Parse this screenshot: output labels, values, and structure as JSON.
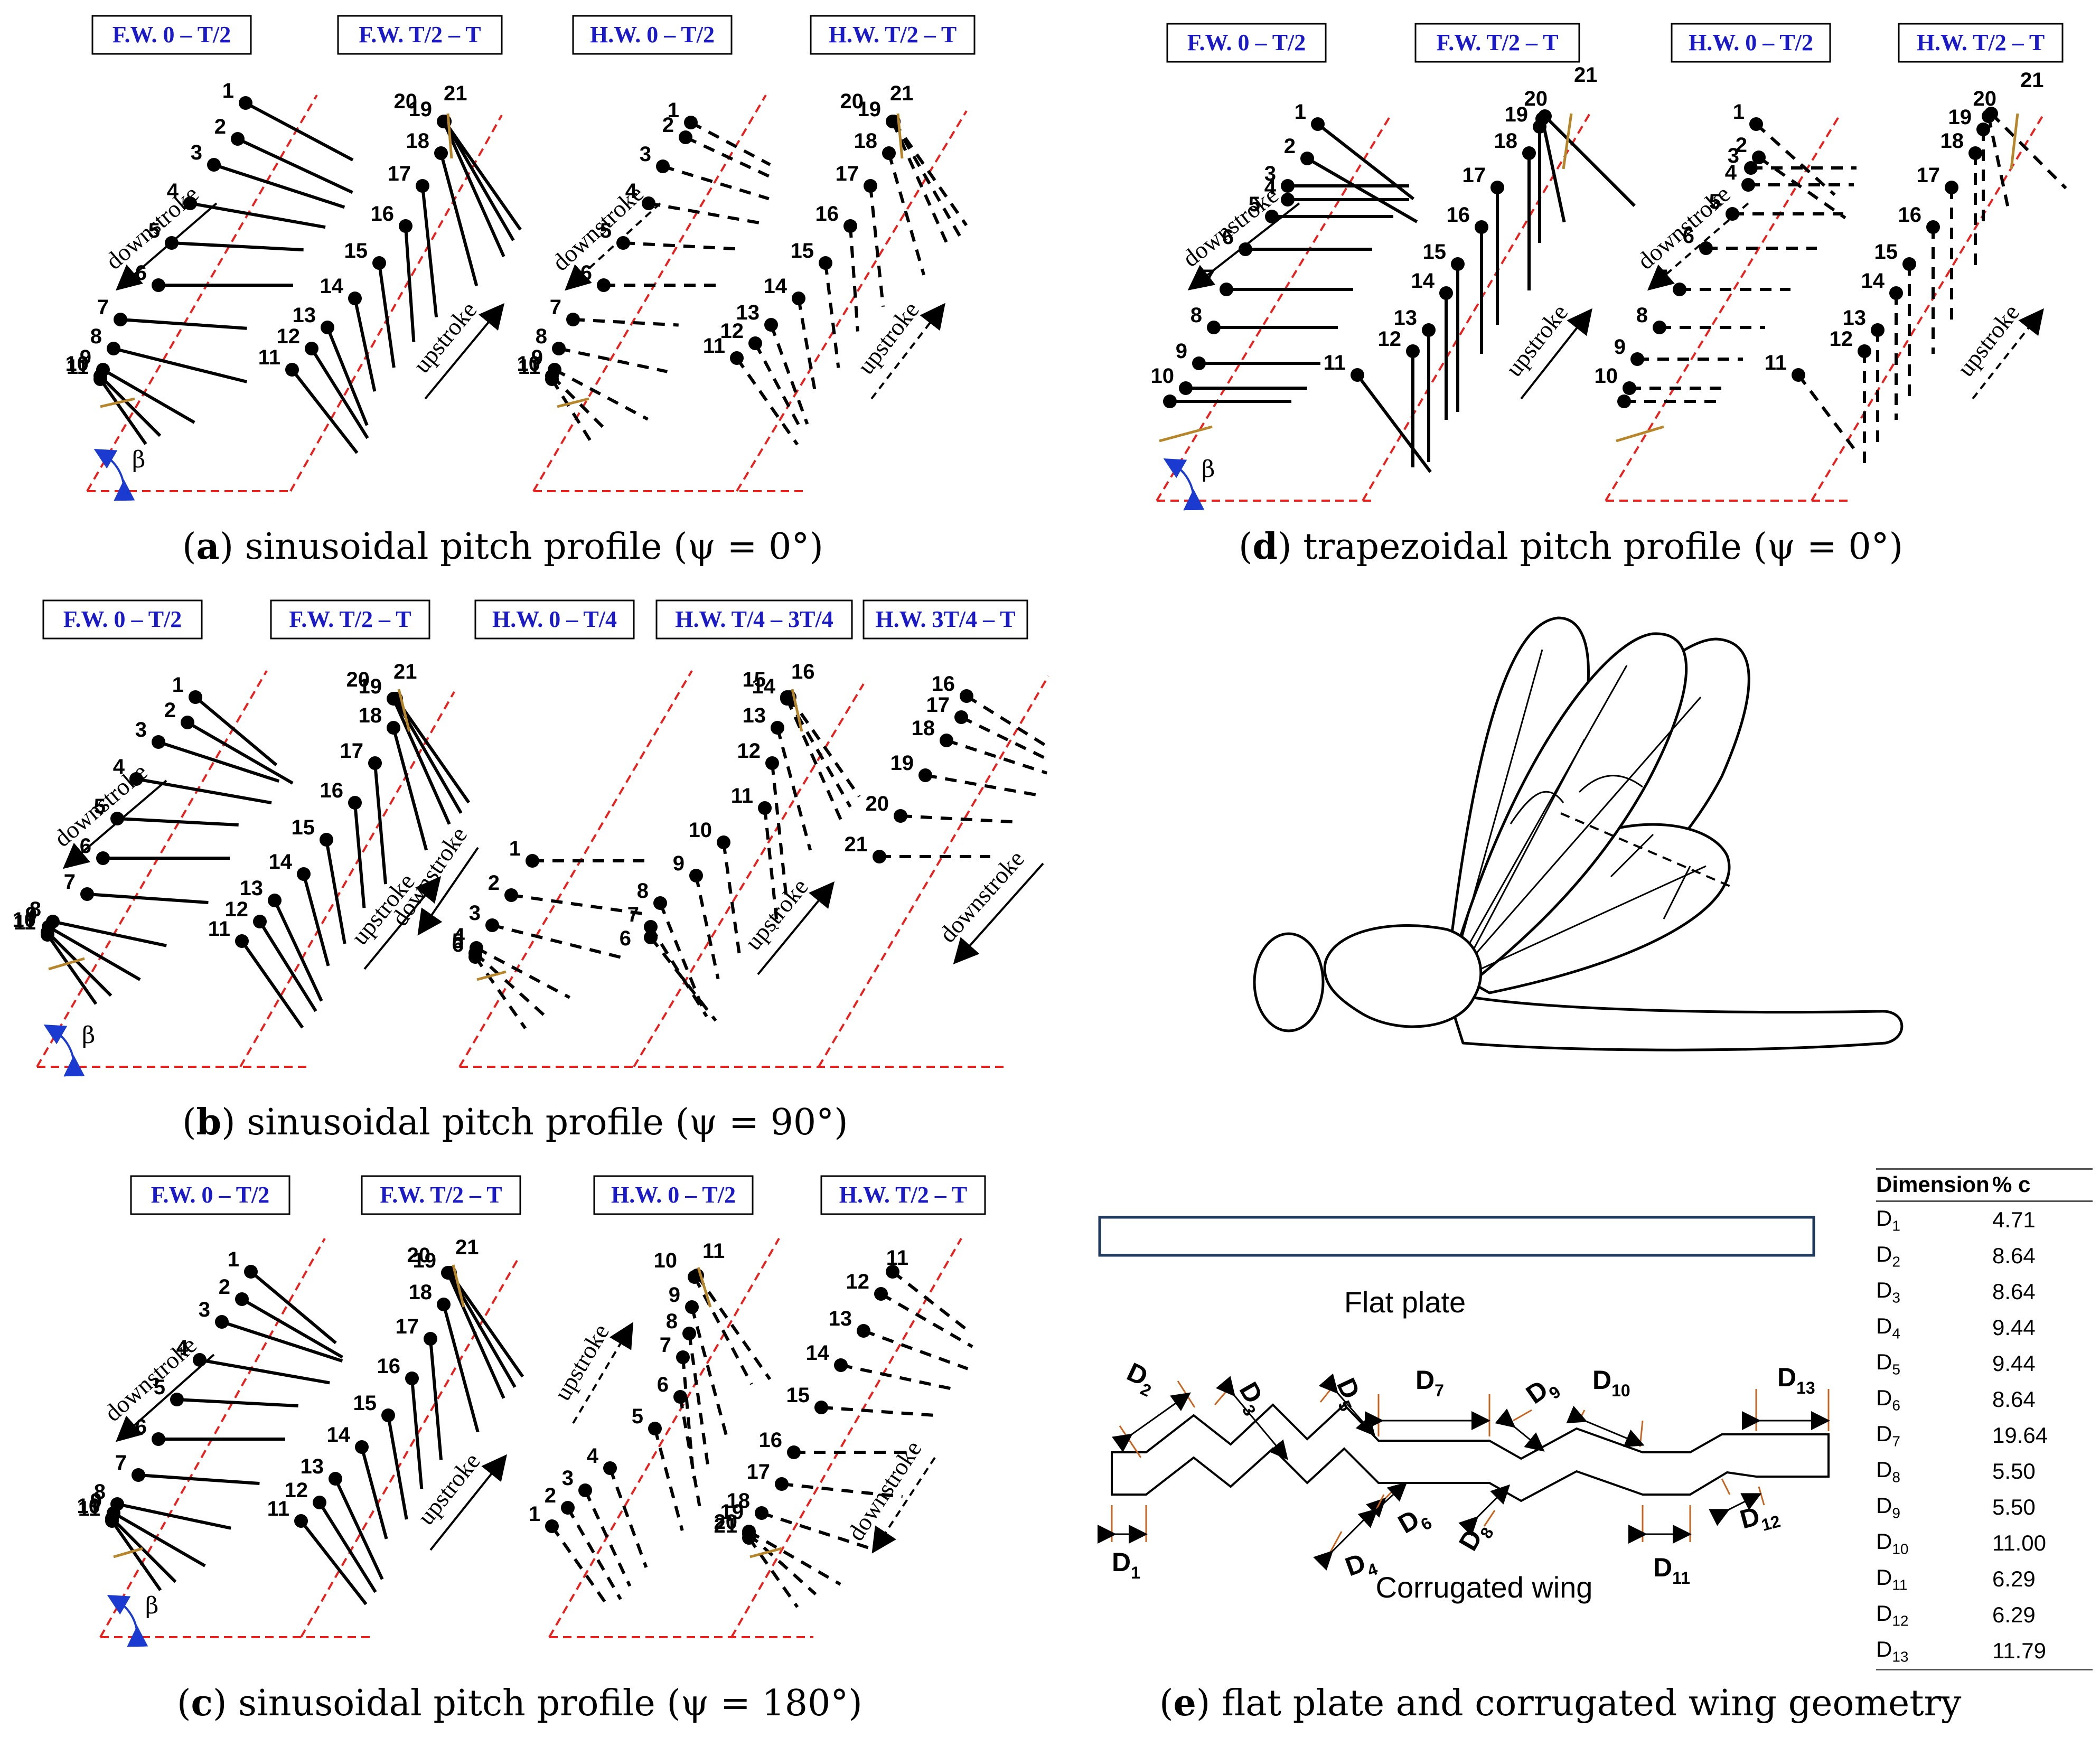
{
  "colors": {
    "boundary": "#e8201e",
    "header_text": "#1a1ac8",
    "blade": "#000000",
    "tan_line": "#b8862a",
    "beta_arc": "#1a3ad0",
    "plate": "#1f3a5f",
    "dim_line": "#c8641e"
  },
  "panels": {
    "a": {
      "caption_letter": "a",
      "caption_text": "sinusoidal pitch profile (ψ = 0°)",
      "headers": [
        "F.W. 0 – T/2",
        "F.W. T/2 – T",
        "H.W. 0 – T/2",
        "H.W. T/2 – T"
      ],
      "downstroke": "downstroke",
      "upstroke": "upstroke",
      "beta": "β"
    },
    "b": {
      "caption_letter": "b",
      "caption_text": "sinusoidal pitch profile (ψ = 90°)",
      "headers": [
        "F.W. 0 – T/2",
        "F.W. T/2 – T",
        "H.W. 0 – T/4",
        "H.W. T/4 – 3T/4",
        "H.W. 3T/4 – T"
      ],
      "downstroke": "downstroke",
      "upstroke": "upstroke",
      "beta": "β"
    },
    "c": {
      "caption_letter": "c",
      "caption_text": "sinusoidal pitch profile (ψ = 180°)",
      "headers": [
        "F.W. 0 – T/2",
        "F.W. T/2 – T",
        "H.W. 0 – T/2",
        "H.W. T/2 – T"
      ],
      "downstroke": "downstroke",
      "upstroke": "upstroke",
      "beta": "β"
    },
    "d": {
      "caption_letter": "d",
      "caption_text": "trapezoidal pitch profile (ψ = 0°)",
      "headers": [
        "F.W. 0 – T/2",
        "F.W. T/2 – T",
        "H.W. 0 – T/2",
        "H.W. T/2 – T"
      ],
      "downstroke": "downstroke",
      "upstroke": "upstroke",
      "beta": "β"
    },
    "e": {
      "caption_letter": "e",
      "caption_text": "flat plate and corrugated wing geometry",
      "flat_plate_label": "Flat plate",
      "corrugated_label": "Corrugated wing",
      "dims": [
        "D1",
        "D2",
        "D3",
        "D4",
        "D5",
        "D6",
        "D7",
        "D8",
        "D9",
        "D10",
        "D11",
        "D12",
        "D13"
      ]
    }
  },
  "table": {
    "header_dimension": "Dimension",
    "header_value": "% c",
    "rows": [
      {
        "d": "D",
        "sub": "1",
        "v": "4.71"
      },
      {
        "d": "D",
        "sub": "2",
        "v": "8.64"
      },
      {
        "d": "D",
        "sub": "3",
        "v": "8.64"
      },
      {
        "d": "D",
        "sub": "4",
        "v": "9.44"
      },
      {
        "d": "D",
        "sub": "5",
        "v": "9.44"
      },
      {
        "d": "D",
        "sub": "6",
        "v": "8.64"
      },
      {
        "d": "D",
        "sub": "7",
        "v": "19.64"
      },
      {
        "d": "D",
        "sub": "8",
        "v": "5.50"
      },
      {
        "d": "D",
        "sub": "9",
        "v": "5.50"
      },
      {
        "d": "D",
        "sub": "10",
        "v": "11.00"
      },
      {
        "d": "D",
        "sub": "11",
        "v": "6.29"
      },
      {
        "d": "D",
        "sub": "12",
        "v": "6.29"
      },
      {
        "d": "D",
        "sub": "13",
        "v": "11.79"
      }
    ]
  }
}
